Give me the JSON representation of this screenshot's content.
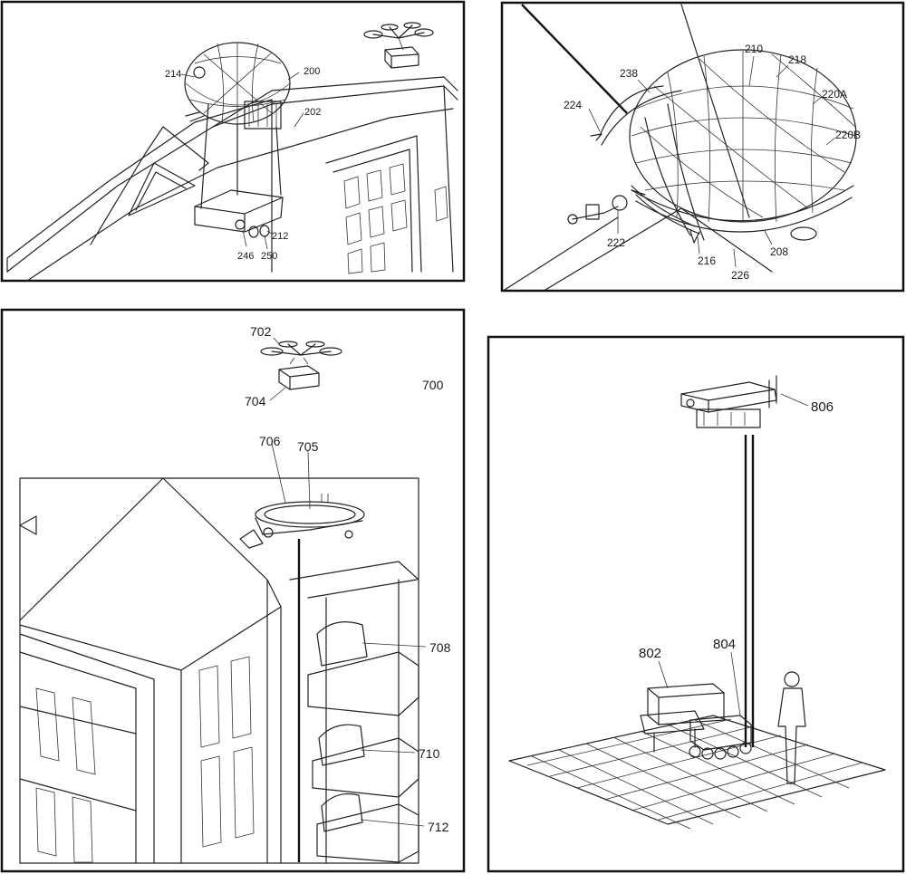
{
  "figures": [
    {
      "id": "fig-a",
      "labels": {
        "n214": "214",
        "n200": "200",
        "n202": "202",
        "n212": "212",
        "n246": "246",
        "n250": "250"
      }
    },
    {
      "id": "fig-b",
      "labels": {
        "n210": "210",
        "n218": "218",
        "n238": "238",
        "n220A": "220A",
        "n220B": "220B",
        "n224": "224",
        "n222": "222",
        "n216": "216",
        "n208": "208",
        "n226": "226"
      }
    },
    {
      "id": "fig-c",
      "labels": {
        "n702": "702",
        "n704": "704",
        "n700": "700",
        "n706": "706",
        "n705": "705",
        "n708": "708",
        "n710": "710",
        "n712": "712"
      }
    },
    {
      "id": "fig-d",
      "labels": {
        "n806": "806",
        "n802": "802",
        "n804": "804"
      }
    }
  ]
}
